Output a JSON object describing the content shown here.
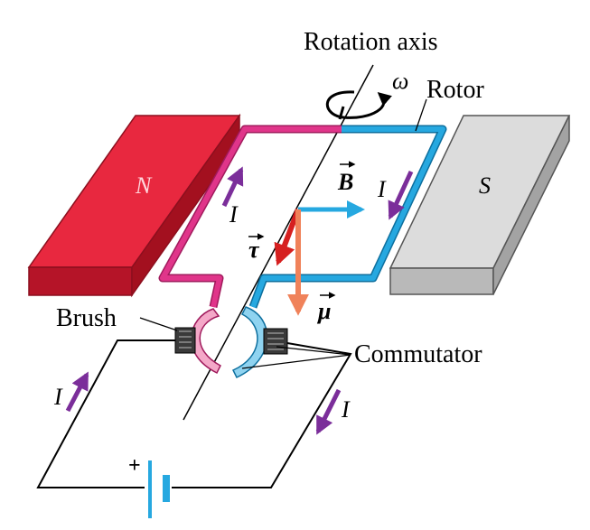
{
  "labels": {
    "rotation_axis": "Rotation axis",
    "omega": "ω",
    "rotor": "Rotor",
    "north": "N",
    "south": "S",
    "field_B": "B",
    "torque_tau": "τ",
    "moment_mu": "μ",
    "current_I": "I",
    "brush": "Brush",
    "commutator": "Commutator",
    "plus": "+"
  },
  "colors": {
    "magnet_north": "#e8283f",
    "magnet_south": "#dcdcdc",
    "coil_pink": "#e0358a",
    "coil_blue": "#26a8e0",
    "current_arrow": "#7b2e9a",
    "torque_arrow": "#d62020",
    "moment_arrow": "#f0825a",
    "field_arrow": "#26a8e0",
    "battery": "#26a8e0"
  }
}
